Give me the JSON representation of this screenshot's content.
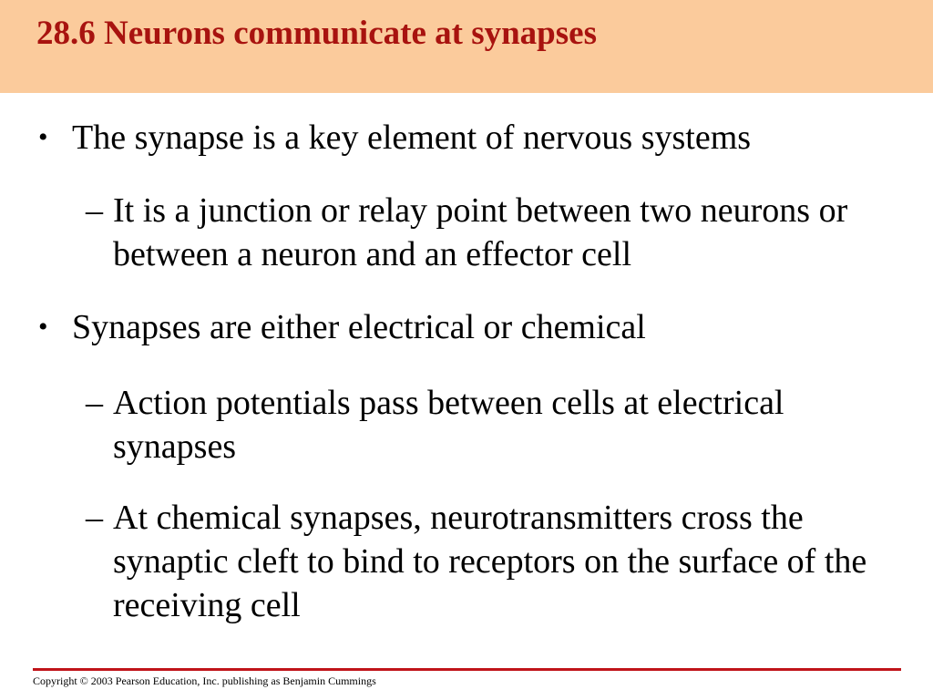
{
  "slide": {
    "title": "28.6  Neurons communicate at synapses",
    "bullets": [
      {
        "marker": "•",
        "text": "The synapse is a key element of nervous systems",
        "subbullets": [
          {
            "marker": "–",
            "text": "It is a junction or relay point between two neurons or between a neuron and an effector cell"
          }
        ]
      },
      {
        "marker": "•",
        "text": "Synapses are either electrical or chemical",
        "subbullets": [
          {
            "marker": "–",
            "text": "Action potentials pass between cells at electrical synapses"
          },
          {
            "marker": "–",
            "text": "At chemical synapses, neurotransmitters cross the synaptic cleft to bind to receptors on the surface of the receiving cell"
          }
        ]
      }
    ],
    "footer": "Copyright © 2003 Pearson Education, Inc. publishing as Benjamin Cummings"
  },
  "colors": {
    "header_background": "#fbcb9c",
    "title": "#a8130f",
    "rule": "#c0141a"
  }
}
